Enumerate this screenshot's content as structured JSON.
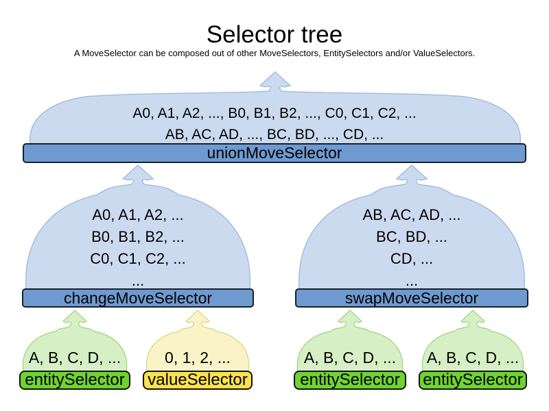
{
  "title": "Selector tree",
  "subtitle": "A MoveSelector can be composed out of other MoveSelectors, EntitySelectors and/or ValueSelectors.",
  "union": {
    "lines": [
      "A0, A1, A2, ..., B0, B1, B2, ..., C0, C1, C2, ...",
      "AB, AC, AD, ..., BC, BD, ..., CD, ..."
    ],
    "label": "unionMoveSelector"
  },
  "change": {
    "lines": [
      "A0, A1, A2, ...",
      "B0, B1, B2, ...",
      "C0, C1, C2, ...",
      "..."
    ],
    "label": "changeMoveSelector"
  },
  "swap": {
    "lines": [
      "AB, AC, AD, ...",
      "BC, BD, ...",
      "CD, ...",
      "..."
    ],
    "label": "swapMoveSelector"
  },
  "leaves": [
    {
      "text": "A, B, C, D, ...",
      "label": "entitySelector",
      "type": "entity"
    },
    {
      "text": "0, 1, 2, ...",
      "label": "valueSelector",
      "type": "value"
    },
    {
      "text": "A, B, C, D, ...",
      "label": "entitySelector",
      "type": "entity"
    },
    {
      "text": "A, B, C, D, ...",
      "label": "entitySelector",
      "type": "entity"
    }
  ],
  "colors": {
    "background": "#ffffff",
    "text": "#000000",
    "cloud_blue_fill": "#ccdaf0",
    "cloud_blue_stroke": "#a2bedf",
    "bar_blue_fill": "#6f9ad0",
    "bar_blue_border": "#16202b",
    "cloud_green_fill": "#d7efc5",
    "cloud_green_stroke": "#a9d88d",
    "bar_green_fill": "#6fd42f",
    "bar_green_border": "#111111",
    "cloud_yellow_fill": "#faf3c8",
    "cloud_yellow_stroke": "#e3d88b",
    "bar_yellow_fill": "#f9e14c",
    "bar_yellow_border": "#111111"
  }
}
